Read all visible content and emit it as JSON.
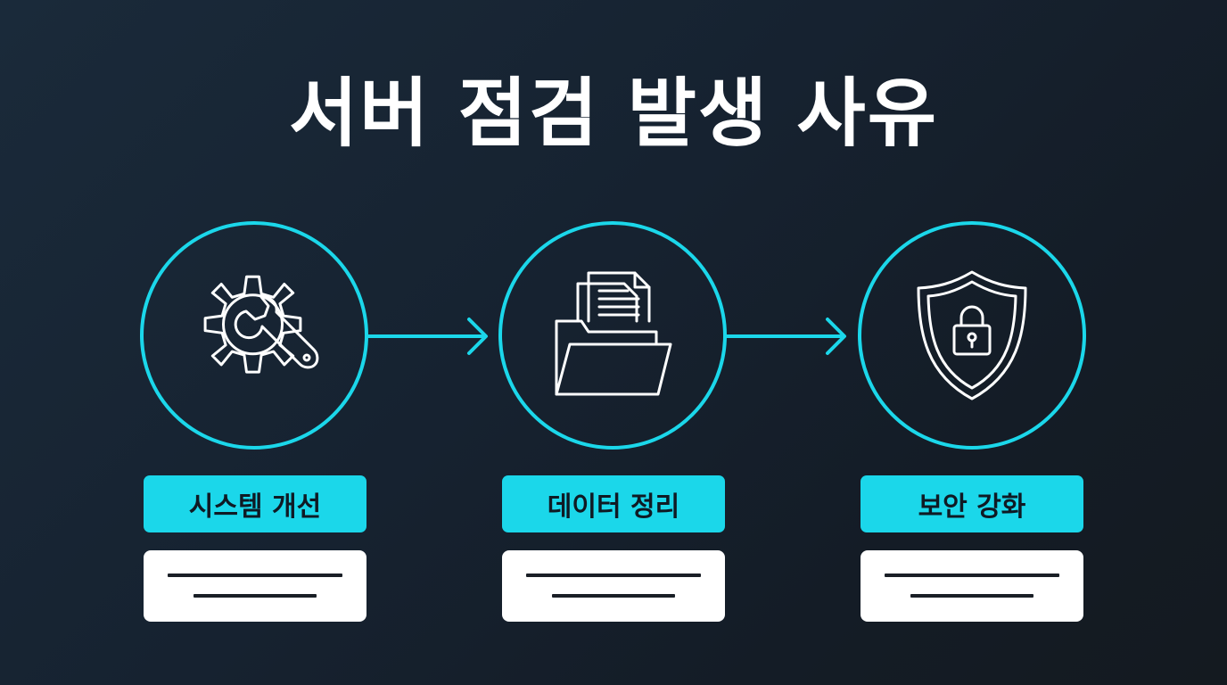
{
  "title": "서버 점검 발생 사유",
  "colors": {
    "accent": "#1bd7ea",
    "icon_stroke": "#ffffff",
    "card_bg": "#ffffff",
    "card_line": "#1a1f26",
    "background": "#162230"
  },
  "steps": [
    {
      "label": "시스템 개선",
      "icon": "gear-wrench-icon"
    },
    {
      "label": "데이터 정리",
      "icon": "folder-documents-icon"
    },
    {
      "label": "보안 강화",
      "icon": "shield-lock-icon"
    }
  ]
}
